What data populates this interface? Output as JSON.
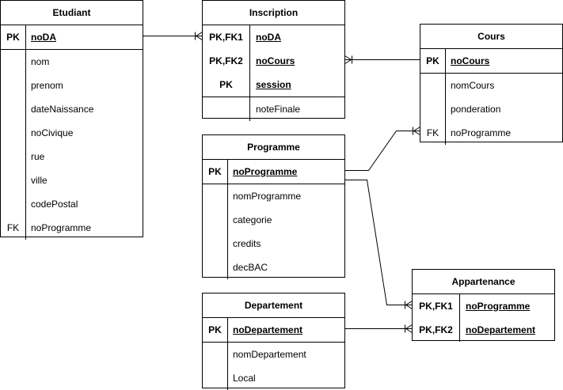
{
  "entities": [
    {
      "id": "etudiant",
      "title": "Etudiant",
      "rows": [
        {
          "key": "PK",
          "attr": "noDA",
          "pk": true,
          "sep": true
        },
        {
          "key": "",
          "attr": "nom"
        },
        {
          "key": "",
          "attr": "prenom"
        },
        {
          "key": "",
          "attr": "dateNaissance"
        },
        {
          "key": "",
          "attr": "noCivique"
        },
        {
          "key": "",
          "attr": "rue"
        },
        {
          "key": "",
          "attr": "ville"
        },
        {
          "key": "",
          "attr": "codePostal"
        },
        {
          "key": "FK",
          "attr": "noProgramme",
          "keyPlain": true
        }
      ]
    },
    {
      "id": "inscription",
      "title": "Inscription",
      "rows": [
        {
          "key": "PK,FK1",
          "attr": "noDA",
          "pk": true
        },
        {
          "key": "PK,FK2",
          "attr": "noCours",
          "pk": true
        },
        {
          "key": "PK",
          "attr": "session",
          "pk": true,
          "sep": true
        },
        {
          "key": "",
          "attr": "noteFinale"
        }
      ]
    },
    {
      "id": "cours",
      "title": "Cours",
      "rows": [
        {
          "key": "PK",
          "attr": "noCours",
          "pk": true,
          "sep": true
        },
        {
          "key": "",
          "attr": "nomCours"
        },
        {
          "key": "",
          "attr": "ponderation"
        },
        {
          "key": "FK",
          "attr": "noProgramme",
          "keyPlain": true
        }
      ]
    },
    {
      "id": "programme",
      "title": "Programme",
      "rows": [
        {
          "key": "PK",
          "attr": "noProgramme",
          "pk": true,
          "sep": true
        },
        {
          "key": "",
          "attr": "nomProgramme"
        },
        {
          "key": "",
          "attr": "categorie"
        },
        {
          "key": "",
          "attr": "credits"
        },
        {
          "key": "",
          "attr": "decBAC"
        }
      ]
    },
    {
      "id": "departement",
      "title": "Departement",
      "rows": [
        {
          "key": "PK",
          "attr": "noDepartement",
          "pk": true,
          "sep": true
        },
        {
          "key": "",
          "attr": "nomDepartement"
        },
        {
          "key": "",
          "attr": "Local"
        }
      ]
    },
    {
      "id": "appartenance",
      "title": "Appartenance",
      "rows": [
        {
          "key": "PK,FK1",
          "attr": "noProgramme",
          "pk": true
        },
        {
          "key": "PK,FK2",
          "attr": "noDepartement",
          "pk": true
        }
      ]
    }
  ],
  "relationships": [
    {
      "from": "etudiant.noDA",
      "to": "inscription.noDA",
      "from_end": "one",
      "to_end": "many"
    },
    {
      "from": "cours.noCours",
      "to": "inscription.noCours",
      "from_end": "one",
      "to_end": "many"
    },
    {
      "from": "programme.noProgramme",
      "to": "cours.noProgramme",
      "from_end": "one",
      "to_end": "many"
    },
    {
      "from": "programme.noProgramme",
      "to": "appartenance.noProgramme",
      "from_end": "one",
      "to_end": "many"
    },
    {
      "from": "departement.noDepartement",
      "to": "appartenance.noDepartement",
      "from_end": "one",
      "to_end": "many"
    }
  ]
}
